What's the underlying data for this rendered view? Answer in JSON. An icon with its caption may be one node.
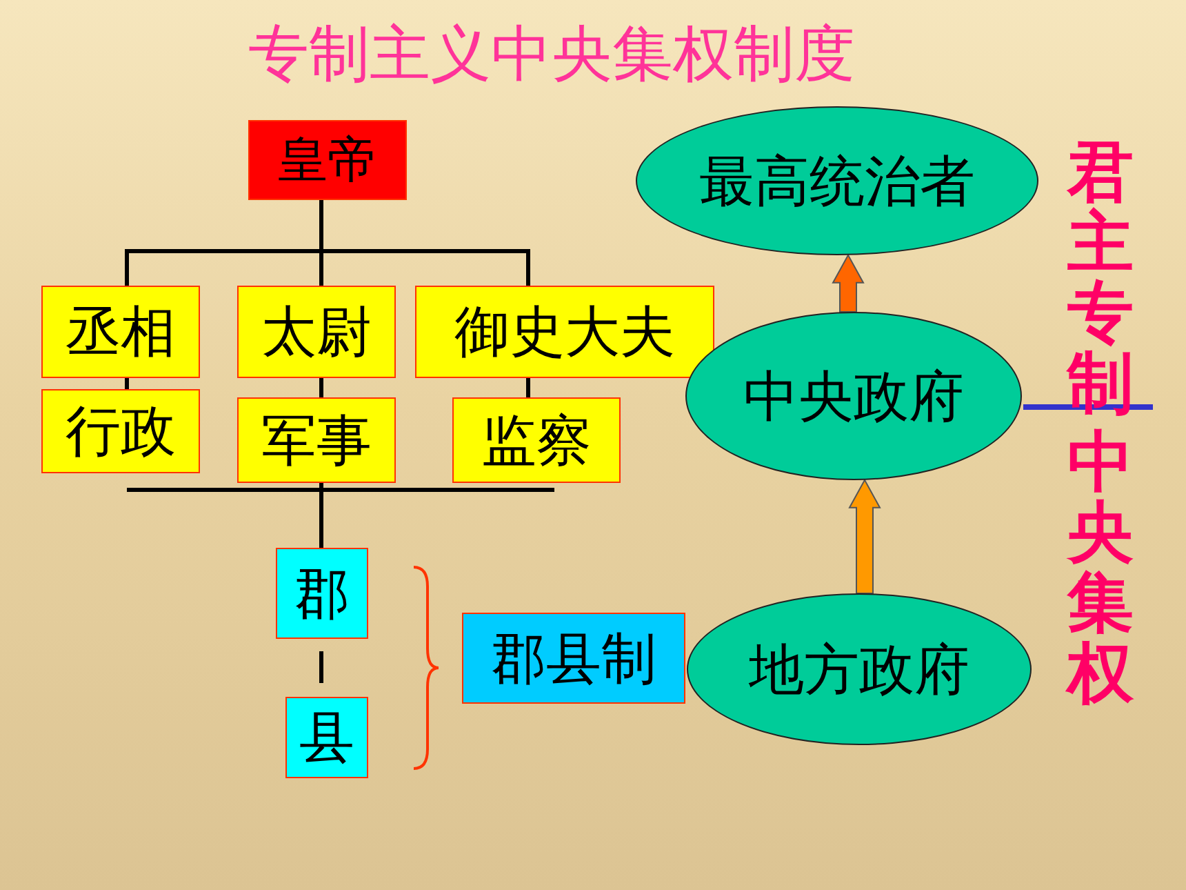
{
  "diagram": {
    "title": "专制主义中央集权制度",
    "nodes": [
      {
        "text": [
          "皇帝"
        ]
      },
      {
        "text": [
          "丞相"
        ]
      },
      {
        "text": [
          "太尉"
        ]
      },
      {
        "text": [
          "御史大夫"
        ]
      },
      {
        "text": [
          "行政"
        ]
      },
      {
        "text": [
          "军事"
        ]
      },
      {
        "text": [
          "监察"
        ]
      },
      {
        "text": [
          "郡"
        ]
      },
      {
        "text": [
          "县"
        ]
      },
      {
        "text": [
          "郡县制"
        ]
      },
      {
        "text": [
          "最高统治者"
        ]
      },
      {
        "text": [
          "中央政府"
        ]
      },
      {
        "text": [
          "地方政府"
        ]
      }
    ],
    "edges": [
      {
        "from": 0,
        "to": 1,
        "arrow": "none"
      },
      {
        "from": 0,
        "to": 2,
        "arrow": "none"
      },
      {
        "from": 0,
        "to": 3,
        "arrow": "none"
      },
      {
        "from": 1,
        "to": 4,
        "arrow": "none"
      },
      {
        "from": 2,
        "to": 5,
        "arrow": "none"
      },
      {
        "from": 3,
        "to": 6,
        "arrow": "none"
      },
      {
        "from": 5,
        "to": 7,
        "arrow": "none"
      },
      {
        "from": 7,
        "to": 8,
        "arrow": "none"
      },
      {
        "from": 11,
        "to": 10,
        "arrow": "to",
        "style": "thick",
        "color": "#ff6600"
      },
      {
        "from": 12,
        "to": 11,
        "arrow": "to",
        "style": "thick",
        "color": "#ff9900"
      }
    ],
    "labels": [
      "君主专制",
      "中央集权"
    ]
  }
}
